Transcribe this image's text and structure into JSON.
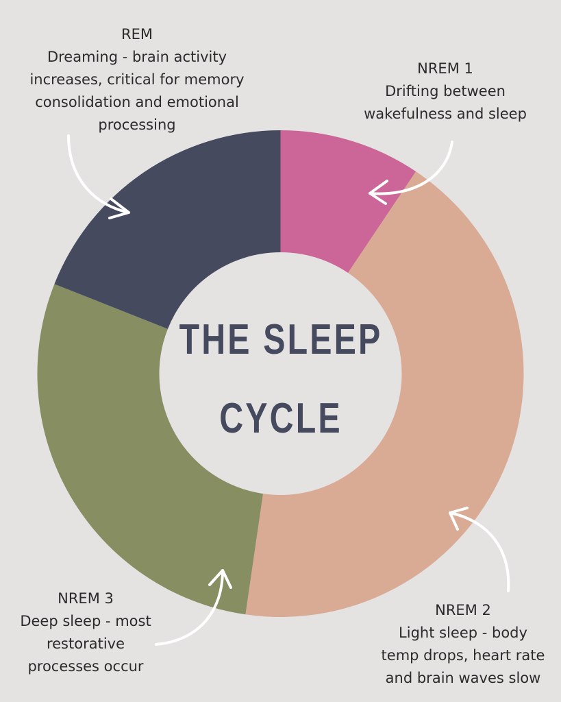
{
  "title": {
    "line1": "THE SLEEP",
    "line2": "CYCLE"
  },
  "background": "#e5e2e2",
  "segments": [
    {
      "name": "NREM 1",
      "fraction": 0.094,
      "color": "#cc6698"
    },
    {
      "name": "NREM 2",
      "fraction": 0.429,
      "color": "#d9ab94"
    },
    {
      "name": "NREM 3",
      "fraction": 0.287,
      "color": "#878e62"
    },
    {
      "name": "REM",
      "fraction": 0.19,
      "color": "#464a5e"
    }
  ],
  "labels": {
    "rem": {
      "heading": "REM",
      "lines": [
        "Dreaming - brain activity",
        "increases, critical for memory",
        "consolidation and emotional",
        "processing"
      ]
    },
    "nrem1": {
      "heading": "NREM 1",
      "lines": [
        "Drifting between",
        "wakefulness and sleep"
      ]
    },
    "nrem2": {
      "heading": "NREM 2",
      "lines": [
        "Light sleep - body",
        "temp drops, heart rate",
        "and brain waves slow"
      ]
    },
    "nrem3": {
      "heading": "NREM 3",
      "lines": [
        "Deep sleep - most",
        "restorative",
        "processes occur"
      ]
    }
  }
}
